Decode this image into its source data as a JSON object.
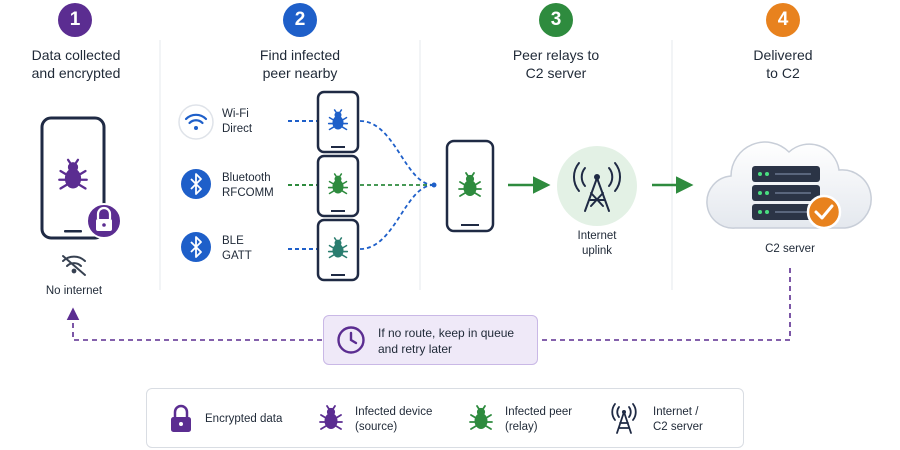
{
  "steps": [
    {
      "number": "1",
      "title_line1": "Data collected",
      "title_line2": "and encrypted",
      "color": "#5b2d91"
    },
    {
      "number": "2",
      "title_line1": "Find infected",
      "title_line2": "peer nearby",
      "color": "#1e5fc9"
    },
    {
      "number": "3",
      "title_line1": "Peer relays to",
      "title_line2": "C2 server",
      "color": "#2e8b3e"
    },
    {
      "number": "4",
      "title_line1": "Delivered",
      "title_line2": "to C2",
      "color": "#e8821e"
    }
  ],
  "source_device": {
    "status_label": "No internet"
  },
  "channels": [
    {
      "line1": "Wi-Fi",
      "line2": "Direct",
      "icon": "wifi-icon",
      "color": "#1e5fc9"
    },
    {
      "line1": "Bluetooth",
      "line2": "RFCOMM",
      "icon": "bluetooth-icon",
      "color": "#2e8b3e"
    },
    {
      "line1": "BLE",
      "line2": "GATT",
      "icon": "bluetooth-icon",
      "color": "#1e5fc9"
    }
  ],
  "uplink": {
    "line1": "Internet",
    "line2": "uplink"
  },
  "server": {
    "label": "C2 server"
  },
  "retry": {
    "line1": "If no route, keep in queue",
    "line2": "and retry later"
  },
  "legend": [
    {
      "icon": "lock-icon",
      "line1": "Encrypted data",
      "line2": ""
    },
    {
      "icon": "bug-icon",
      "line1": "Infected device",
      "line2": "(source)"
    },
    {
      "icon": "bug-icon",
      "line1": "Infected peer",
      "line2": "(relay)"
    },
    {
      "icon": "antenna-icon",
      "line1": "Internet /",
      "line2": "C2 server"
    }
  ],
  "colors": {
    "purple": "#5b2d91",
    "blue": "#1e5fc9",
    "green": "#2e8b3e",
    "teal": "#2a7d6f",
    "orange": "#e8821e",
    "dark": "#1f2a44"
  }
}
